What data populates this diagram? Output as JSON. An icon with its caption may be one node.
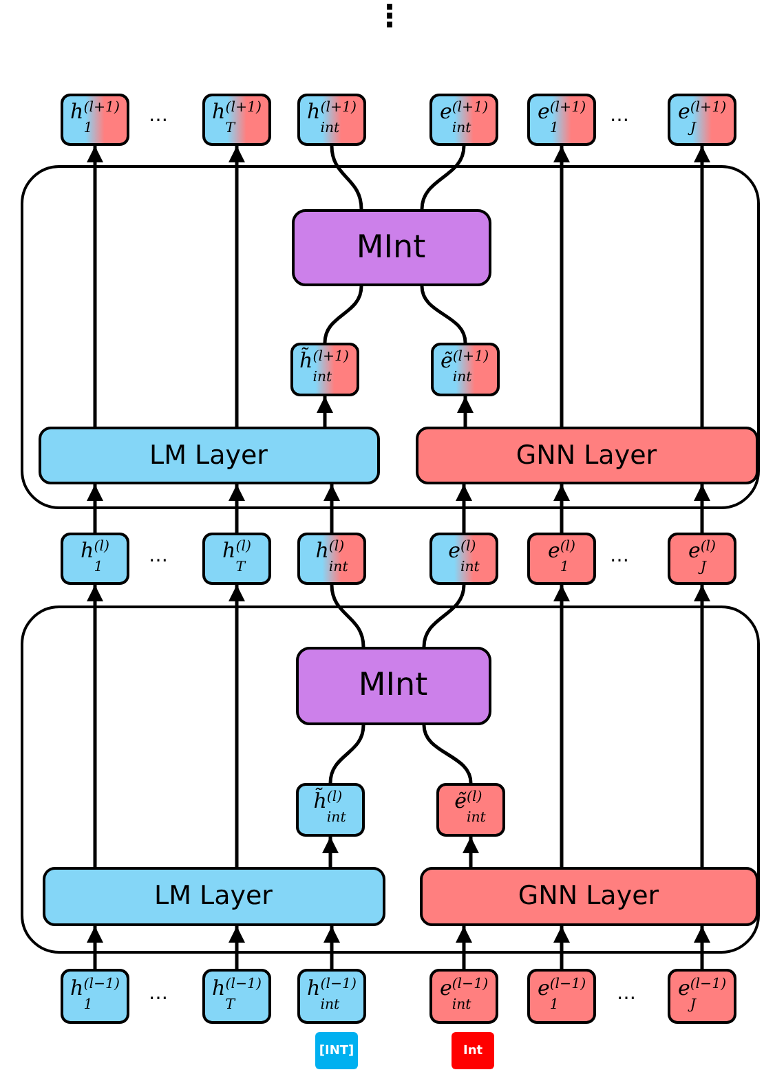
{
  "diagram": {
    "nodes": [
      {
        "text": [
          "h$_{1}$$^{(l+1)}$"
        ]
      },
      {
        "text": [
          "h$_{T}$$^{(l+1)}$"
        ]
      },
      {
        "text": [
          "h$_{int}$$^{(l+1)}$"
        ]
      },
      {
        "text": [
          "e$_{int}$$^{(l+1)}$"
        ]
      },
      {
        "text": [
          "e$_{1}$$^{(l+1)}$"
        ]
      },
      {
        "text": [
          "e$_{J}$$^{(l+1)}$"
        ]
      },
      {
        "text": [],
        "shape": "box"
      },
      {
        "text": [
          "MInt"
        ],
        "in": 6
      },
      {
        "text": [
          "h̃$_{int}$$^{(l+1)}$"
        ],
        "in": 6
      },
      {
        "text": [
          "ẽ$_{int}$$^{(l+1)}$"
        ],
        "in": 6
      },
      {
        "text": [
          "LM Layer"
        ],
        "in": 6
      },
      {
        "text": [
          "GNN Layer"
        ],
        "in": 6
      },
      {
        "text": [
          "h$_{1}$$^{(l)}$"
        ]
      },
      {
        "text": [
          "h$_{T}$$^{(l)}$"
        ]
      },
      {
        "text": [
          "h$_{int}$$^{(l)}$"
        ]
      },
      {
        "text": [
          "e$_{int}$$^{(l)}$"
        ]
      },
      {
        "text": [
          "e$_{1}$$^{(l)}$"
        ]
      },
      {
        "text": [
          "e$_{J}$$^{(l)}$"
        ]
      },
      {
        "text": [],
        "shape": "box"
      },
      {
        "text": [
          "MInt"
        ],
        "in": 18
      },
      {
        "text": [
          "h̃$_{int}$$^{(l)}$"
        ],
        "in": 18
      },
      {
        "text": [
          "ẽ$_{int}$$^{(l)}$"
        ],
        "in": 18
      },
      {
        "text": [
          "LM Layer"
        ],
        "in": 18
      },
      {
        "text": [
          "GNN Layer"
        ],
        "in": 18
      },
      {
        "text": [
          "h$_{1}$$^{(l−1)}$"
        ]
      },
      {
        "text": [
          "h$_{T}$$^{(l−1)}$"
        ]
      },
      {
        "text": [
          "h$_{int}$$^{(l−1)}$"
        ]
      },
      {
        "text": [
          "e$_{int}$$^{(l−1)}$"
        ]
      },
      {
        "text": [
          "e$_{1}$$^{(l−1)}$"
        ]
      },
      {
        "text": [
          "e$_{J}$$^{(l−1)}$"
        ]
      },
      {
        "text": [
          "[INT]"
        ]
      },
      {
        "text": [
          "Int"
        ]
      }
    ],
    "edges": [
      {
        "from": 12,
        "to": 10,
        "arrow": "to"
      },
      {
        "from": 13,
        "to": 10,
        "arrow": "to"
      },
      {
        "from": 14,
        "to": 10,
        "arrow": "to"
      },
      {
        "from": 15,
        "to": 11,
        "arrow": "to"
      },
      {
        "from": 16,
        "to": 11,
        "arrow": "to"
      },
      {
        "from": 17,
        "to": 11,
        "arrow": "to"
      },
      {
        "from": 10,
        "to": 0,
        "arrow": "to"
      },
      {
        "from": 10,
        "to": 1,
        "arrow": "to"
      },
      {
        "from": 10,
        "to": 8,
        "arrow": "to"
      },
      {
        "from": 11,
        "to": 9,
        "arrow": "to"
      },
      {
        "from": 8,
        "to": 7,
        "arrow": "none"
      },
      {
        "from": 9,
        "to": 7,
        "arrow": "none"
      },
      {
        "from": 7,
        "to": 2,
        "arrow": "none"
      },
      {
        "from": 7,
        "to": 3,
        "arrow": "none"
      },
      {
        "from": 11,
        "to": 4,
        "arrow": "to"
      },
      {
        "from": 11,
        "to": 5,
        "arrow": "to"
      },
      {
        "from": 24,
        "to": 22,
        "arrow": "to"
      },
      {
        "from": 25,
        "to": 22,
        "arrow": "to"
      },
      {
        "from": 26,
        "to": 22,
        "arrow": "to"
      },
      {
        "from": 27,
        "to": 23,
        "arrow": "to"
      },
      {
        "from": 28,
        "to": 23,
        "arrow": "to"
      },
      {
        "from": 29,
        "to": 23,
        "arrow": "to"
      },
      {
        "from": 22,
        "to": 12,
        "arrow": "to"
      },
      {
        "from": 22,
        "to": 13,
        "arrow": "to"
      },
      {
        "from": 22,
        "to": 20,
        "arrow": "to"
      },
      {
        "from": 23,
        "to": 21,
        "arrow": "to"
      },
      {
        "from": 20,
        "to": 19,
        "arrow": "none"
      },
      {
        "from": 21,
        "to": 19,
        "arrow": "none"
      },
      {
        "from": 19,
        "to": 14,
        "arrow": "none"
      },
      {
        "from": 19,
        "to": 15,
        "arrow": "none"
      },
      {
        "from": 23,
        "to": 16,
        "arrow": "to"
      },
      {
        "from": 23,
        "to": 17,
        "arrow": "to"
      }
    ],
    "labels": [
      "⋮",
      "…",
      "…",
      "…",
      "…",
      "…",
      "…"
    ]
  }
}
